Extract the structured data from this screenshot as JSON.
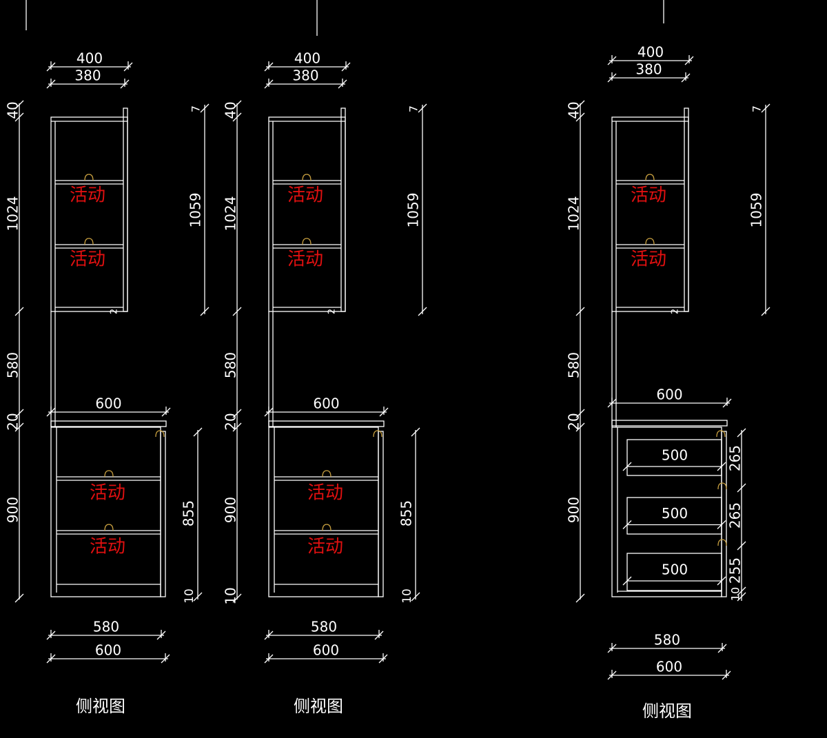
{
  "colors": {
    "background": "#000000",
    "line": "#ffffff",
    "label_red": "#e01010",
    "hinge": "#c8a040"
  },
  "views": [
    {
      "title": "侧视图",
      "top_dims": [
        "400",
        "380"
      ],
      "left_dims": [
        "40",
        "1024",
        "580",
        "20",
        "900"
      ],
      "left_extra": "",
      "upper_right_dims": [
        "7",
        "1059"
      ],
      "upper_small": "2",
      "countertop_dim": "600",
      "lower_right_dims": [
        "855",
        "10"
      ],
      "bottom_dims": [
        "580",
        "600"
      ],
      "shelf_labels": [
        "活动",
        "活动",
        "活动",
        "活动"
      ]
    },
    {
      "title": "侧视图",
      "top_dims": [
        "400",
        "380"
      ],
      "left_dims": [
        "40",
        "1024",
        "580",
        "20",
        "900"
      ],
      "left_extra": "10",
      "upper_right_dims": [
        "7",
        "1059"
      ],
      "upper_small": "2",
      "countertop_dim": "600",
      "lower_right_dims": [
        "855",
        "10"
      ],
      "bottom_dims": [
        "580",
        "600"
      ],
      "shelf_labels": [
        "活动",
        "活动",
        "活动",
        "活动"
      ]
    },
    {
      "title": "侧视图",
      "top_dims": [
        "400",
        "380"
      ],
      "left_dims": [
        "40",
        "1024",
        "580",
        "20",
        "900"
      ],
      "left_extra": "",
      "upper_right_dims": [
        "7",
        "1059"
      ],
      "upper_small": "2",
      "countertop_dim": "600",
      "drawer_dims": [
        "500",
        "500",
        "500"
      ],
      "drawer_right_dims": [
        "265",
        "265",
        "255",
        "10"
      ],
      "bottom_dims": [
        "580",
        "600"
      ],
      "shelf_labels": [
        "活动",
        "活动"
      ]
    }
  ]
}
